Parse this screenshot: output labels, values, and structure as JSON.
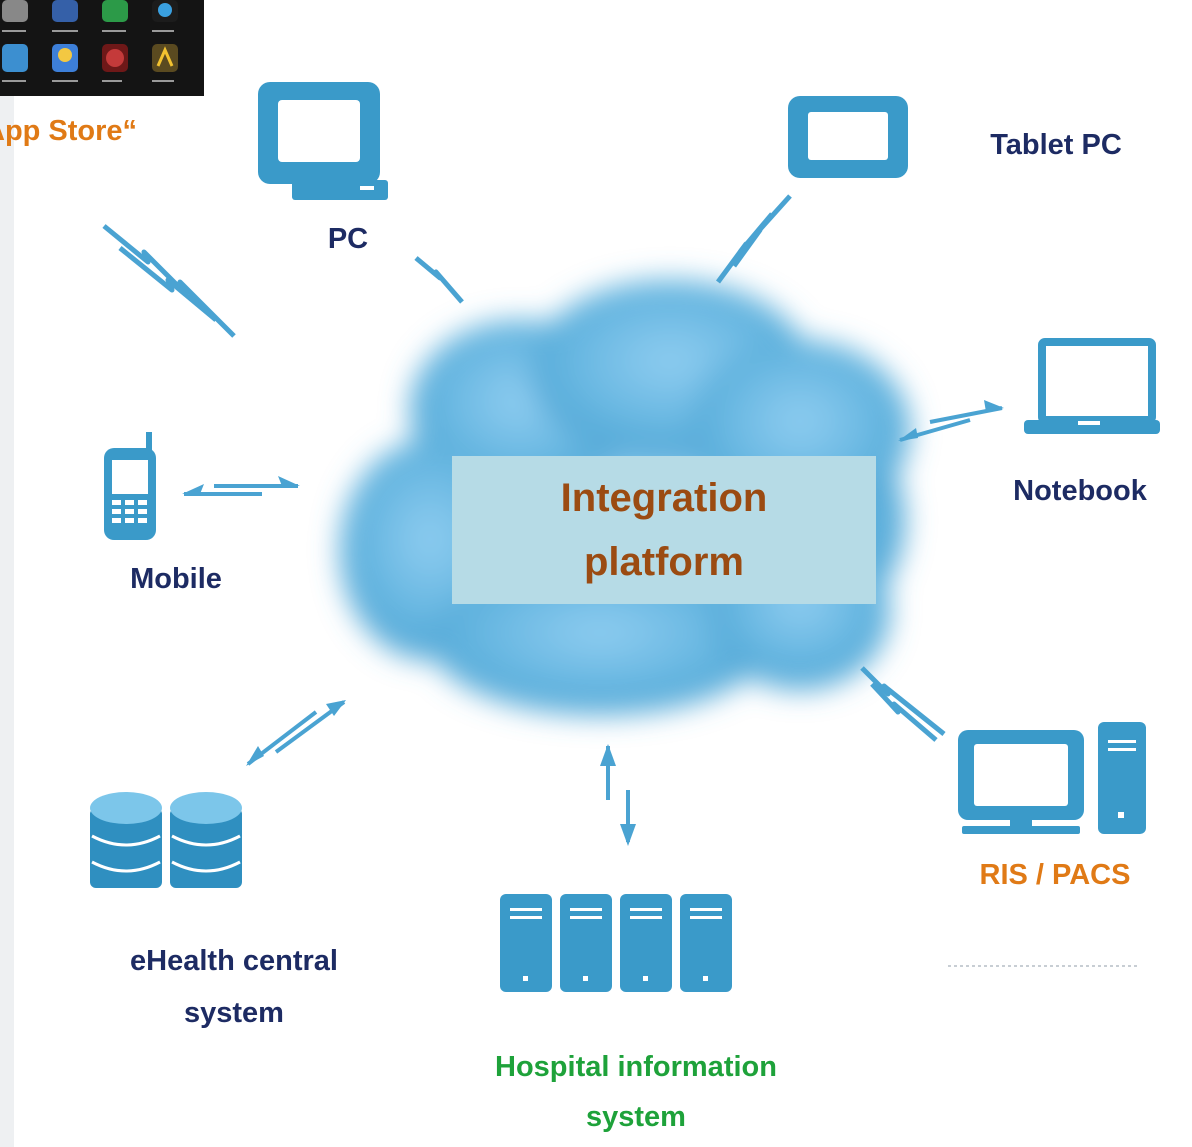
{
  "center": {
    "line1": "Integration",
    "line2": "platform"
  },
  "labels": {
    "app_store": "App Store“",
    "pc": "PC",
    "tablet": "Tablet PC",
    "notebook": "Notebook",
    "mobile": "Mobile",
    "ris_pacs": "RIS / PACS",
    "ehealth_line1": "eHealth central",
    "ehealth_line2": "system",
    "his_line1": "Hospital information",
    "his_line2": "system"
  },
  "colors": {
    "device_blue": "#3a9ac9",
    "label_navy": "#1d2b63",
    "label_orange": "#e07a16",
    "label_green": "#1ea23a",
    "center_text": "#9b4b12",
    "center_box": "#b6dbe6",
    "cloud": "#5fb2de"
  },
  "icons": [
    "desktop-monitor-icon",
    "tablet-icon",
    "laptop-icon",
    "mobile-phone-icon",
    "workstation-icon",
    "server-rack-icon",
    "database-icon",
    "cloud-icon",
    "bidirectional-arrow-icon",
    "lightning-link-icon",
    "app-grid-icon"
  ]
}
